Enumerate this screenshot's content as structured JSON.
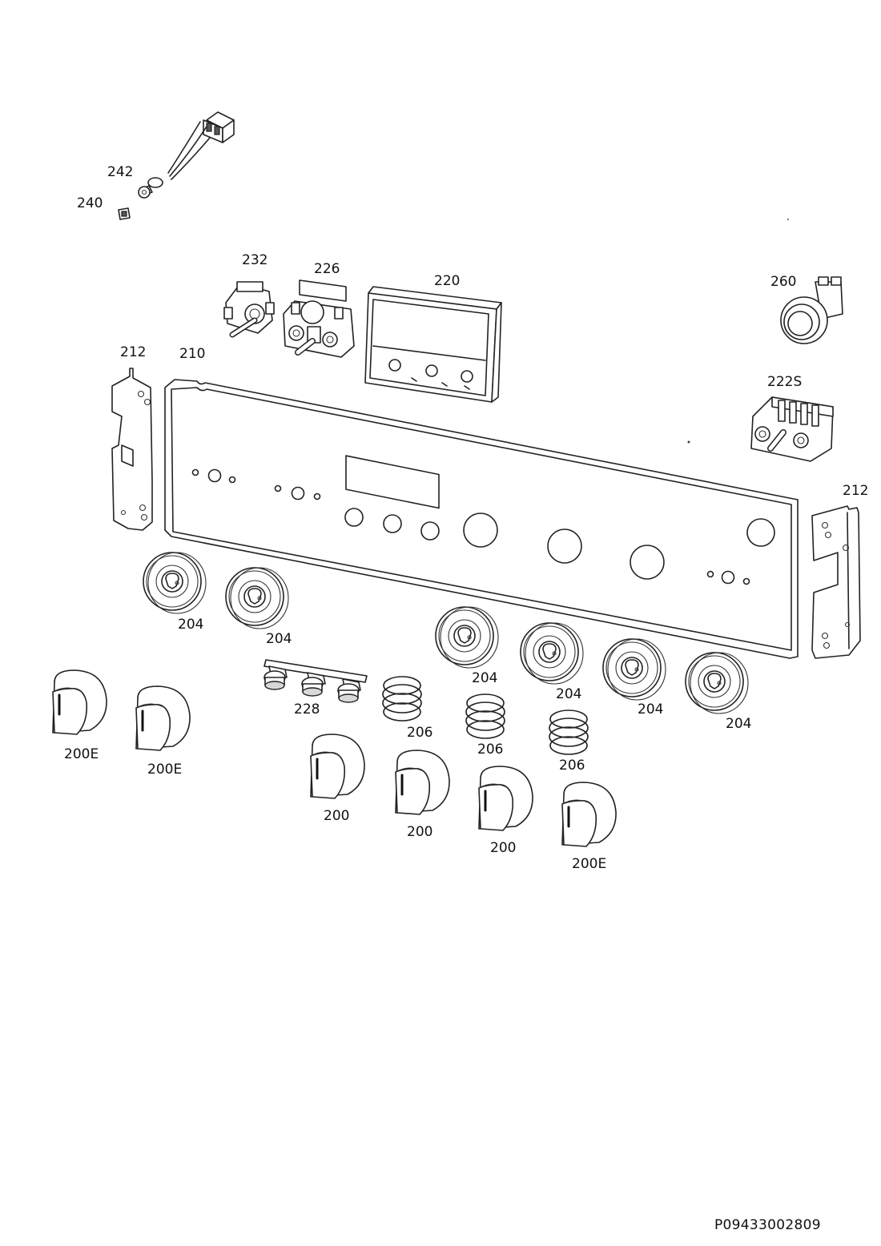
{
  "labels": {
    "p242": "242",
    "p240": "240",
    "p232": "232",
    "p226": "226",
    "p220": "220",
    "p260": "260",
    "p212a": "212",
    "p210": "210",
    "p222s": "222S",
    "p212b": "212",
    "p204a": "204",
    "p204b": "204",
    "p204c": "204",
    "p204d": "204",
    "p204e": "204",
    "p204f": "204",
    "p228": "228",
    "p206a": "206",
    "p206b": "206",
    "p206c": "206",
    "p200e1": "200E",
    "p200e2": "200E",
    "p200a": "200",
    "p200b": "200",
    "p200c": "200",
    "p200e3": "200E"
  },
  "document_id": "P09433002809"
}
